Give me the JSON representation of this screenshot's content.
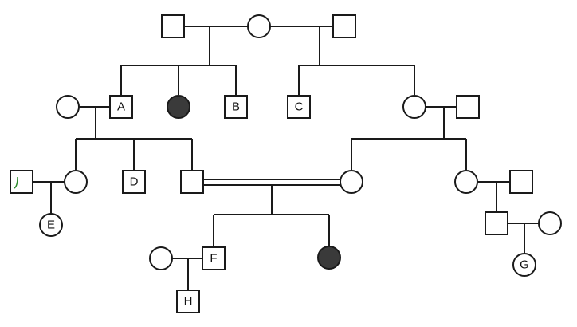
{
  "pedigree": {
    "legend": "none",
    "labels": {
      "a": "A",
      "b": "B",
      "c": "C",
      "d": "D",
      "e": "E",
      "f": "F",
      "g": "G",
      "h": "H"
    },
    "colors": {
      "line": "#1a1a1a",
      "affected_fill": "#3a3a3a",
      "unaffected_fill": "#ffffff",
      "pen_mark": "#2a8a2a"
    }
  }
}
